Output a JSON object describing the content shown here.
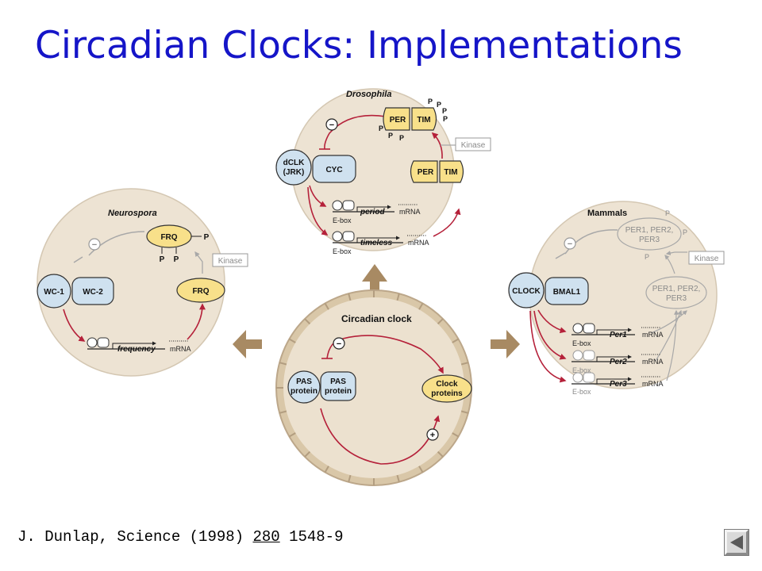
{
  "slide": {
    "title": "Circadian Clocks: Implementations",
    "citation_prefix": "J. Dunlap, Science (1998) ",
    "citation_volume": "280",
    "citation_pages": " 1548-9"
  },
  "diagram": {
    "center": {
      "title": "Circadian clock",
      "pas1": [
        "PAS",
        "protein"
      ],
      "pas2": [
        "PAS",
        "protein"
      ],
      "clock_proteins": [
        "Clock",
        "proteins"
      ],
      "minus": "−",
      "plus": "+"
    },
    "neurospora": {
      "title": "Neurospora",
      "frq_top": "FRQ",
      "frq_right": "FRQ",
      "wc1": "WC-1",
      "wc2": "WC-2",
      "kinase": "Kinase",
      "gene": "frequency",
      "mrna": "mRNA",
      "p": "P",
      "minus": "−"
    },
    "drosophila": {
      "title": "Drosophila",
      "per_top": "PER",
      "tim_top": "TIM",
      "per_right": "PER",
      "tim_right": "TIM",
      "dclk": [
        "dCLK",
        "(JRK)"
      ],
      "cyc": "CYC",
      "kinase": "Kinase",
      "gene1": "period",
      "gene2": "timeless",
      "ebox": "E-box",
      "mrna": "mRNA",
      "p": "P",
      "minus": "−"
    },
    "mammals": {
      "title": "Mammals",
      "per_top": [
        "PER1, PER2,",
        "PER3"
      ],
      "per_right": [
        "PER1, PER2,",
        "PER3"
      ],
      "clock": "CLOCK",
      "bmal": "BMAL1",
      "kinase": "Kinase",
      "gene1": "Per1",
      "gene2": "Per2",
      "gene3": "Per3",
      "ebox": "E-box",
      "mrna": "mRNA",
      "p": "P",
      "minus": "−"
    }
  },
  "colors": {
    "title": "#1515c8",
    "panel_fill": "#ede3d3",
    "panel_stroke": "#c9bba6",
    "blue_fill": "#cfe1ef",
    "yellow_fill": "#f8e08a",
    "red_arrow": "#b5213a",
    "grey": "#9a9a9a"
  },
  "nav": {
    "icon": "previous-slide-icon"
  }
}
